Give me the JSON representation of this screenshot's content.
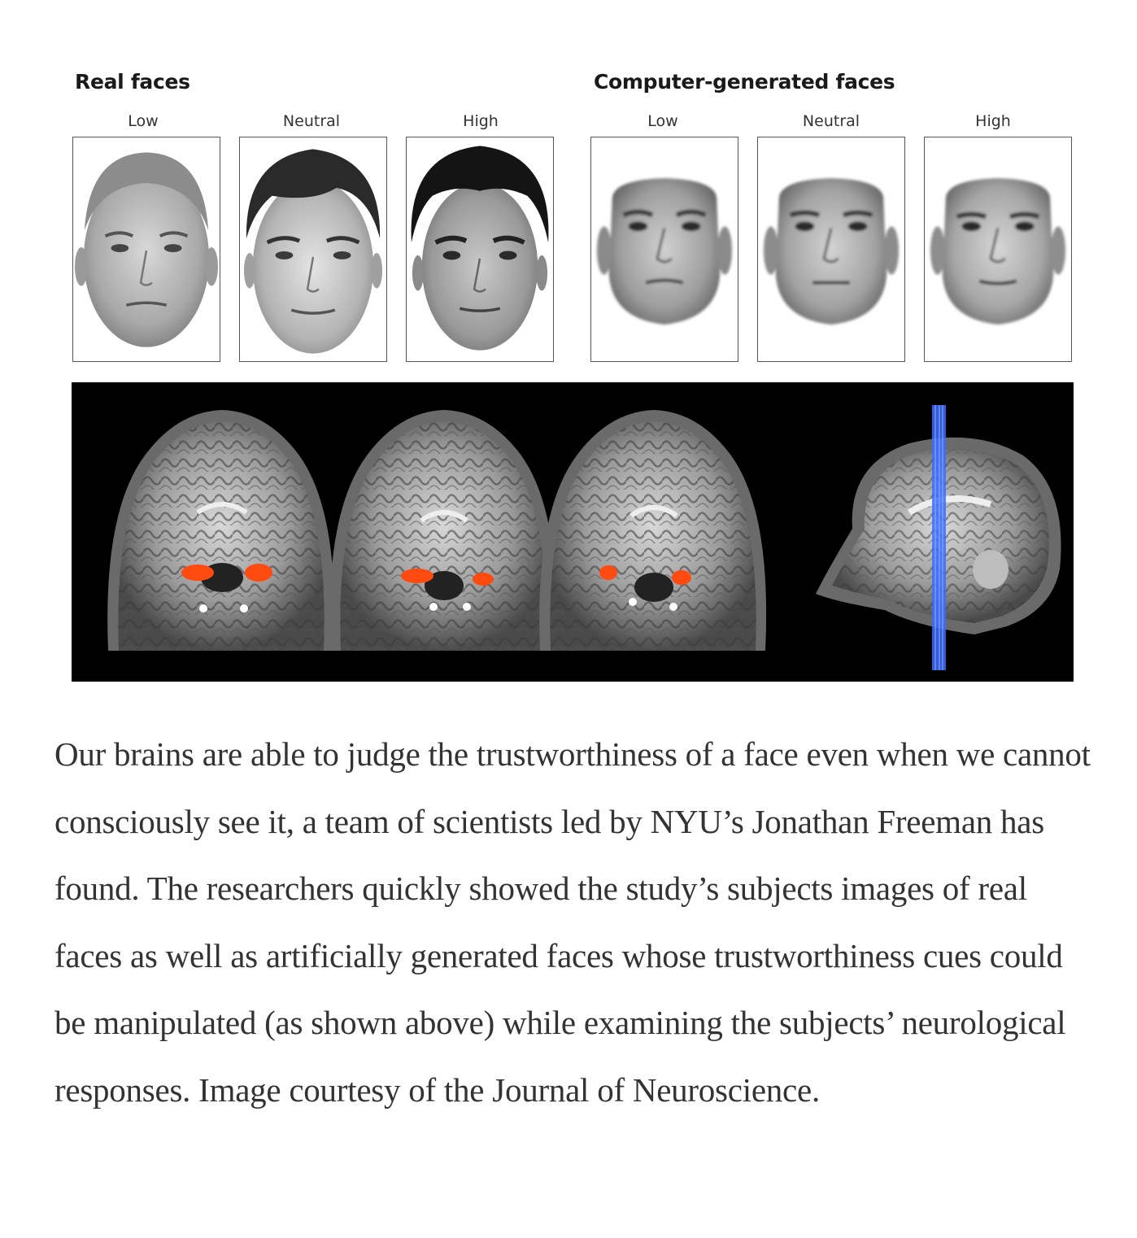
{
  "figure": {
    "groups": [
      {
        "title": "Real faces",
        "faces": [
          {
            "label": "Low",
            "hair": "short-light"
          },
          {
            "label": "Neutral",
            "hair": "dark-medium"
          },
          {
            "label": "High",
            "hair": "dark-thick"
          }
        ]
      },
      {
        "title": "Computer-generated faces",
        "faces": [
          {
            "label": "Low",
            "hair": "none"
          },
          {
            "label": "Neutral",
            "hair": "none"
          },
          {
            "label": "High",
            "hair": "none"
          }
        ]
      }
    ],
    "mri": {
      "coronal_slices": 3,
      "sagittal_slices": 1,
      "activation_color": "#ff4a10",
      "slice_marker_color": "#3b6cff",
      "background": "#000000"
    }
  },
  "caption": "Our brains are able to judge the trustworthiness of a face even when we cannot consciously see it, a team of scientists led by NYU’s Jonathan Freeman has found. The researchers quickly showed the study’s subjects images of real faces as well as artificially generated faces whose trustworthiness cues could be manipulated (as shown above) while examining the subjects’ neurological responses. Image courtesy of the Journal of Neuroscience."
}
